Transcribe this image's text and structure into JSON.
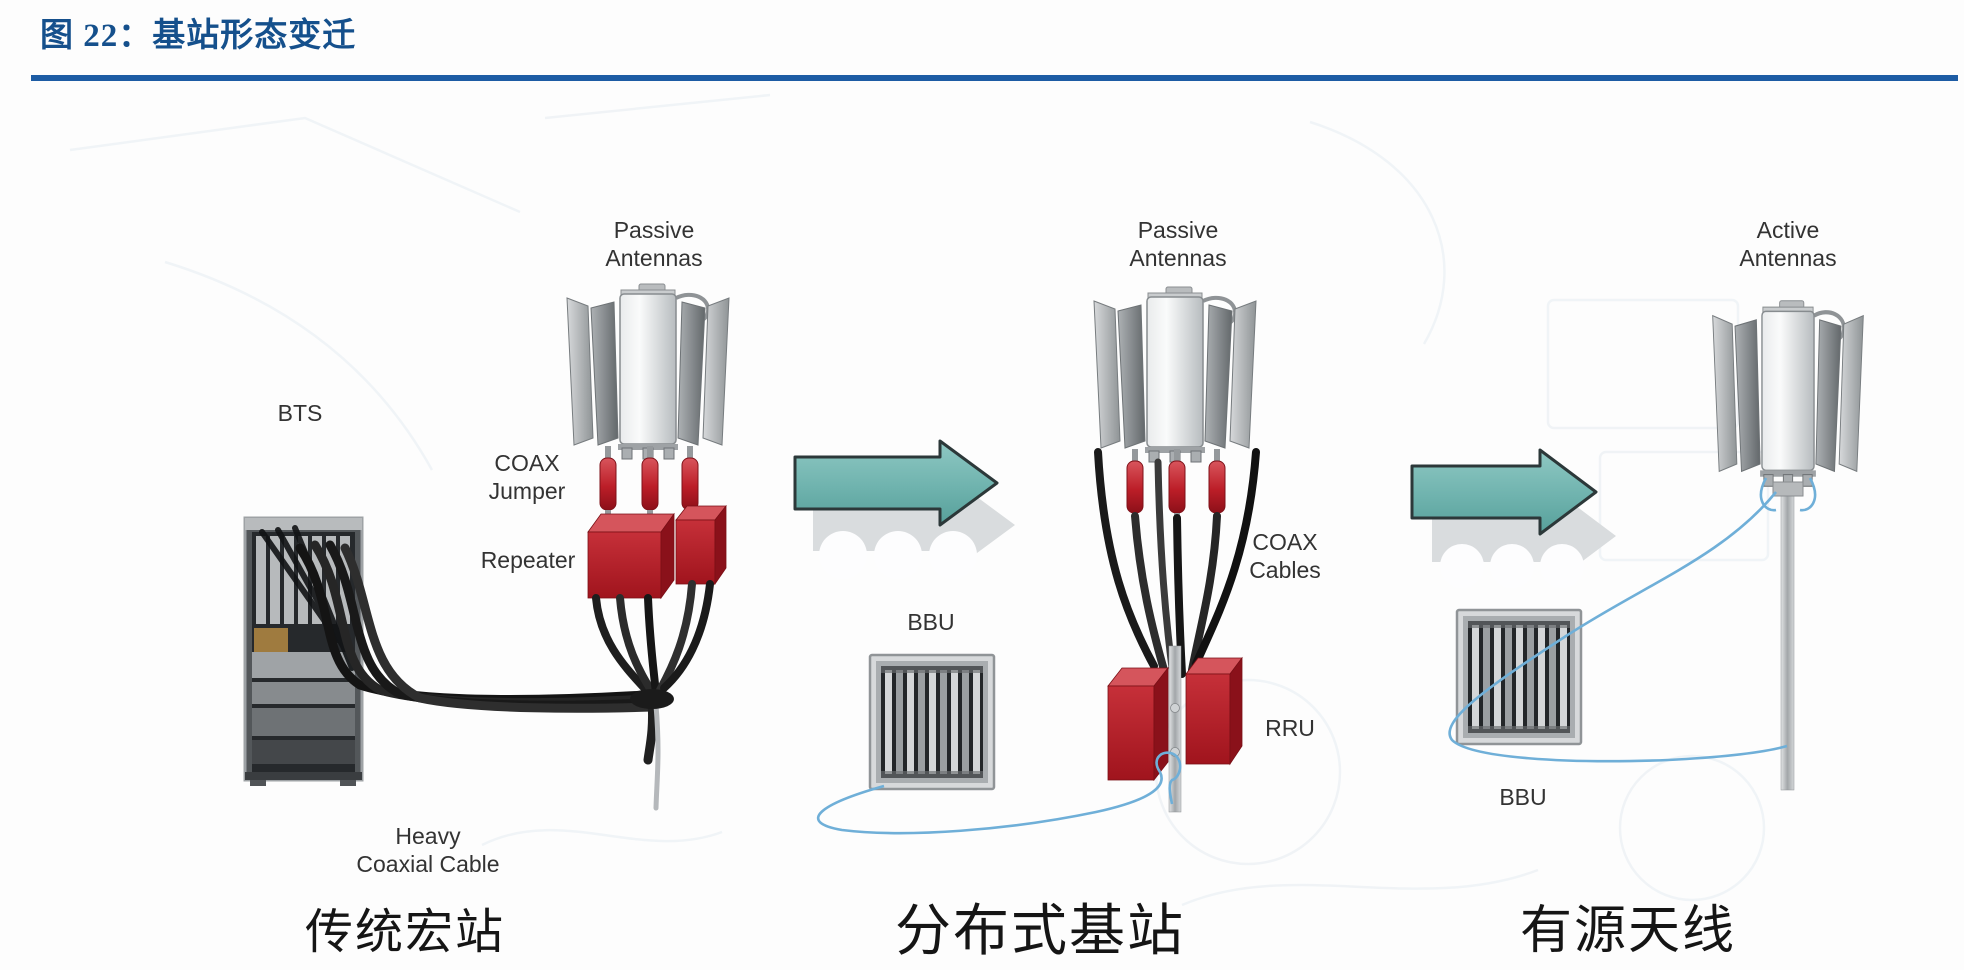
{
  "figure": {
    "title": "图 22：基站形态变迁"
  },
  "panels": [
    {
      "caption": "传统宏站",
      "labels": {
        "antenna_line1": "Passive",
        "antenna_line2": "Antennas",
        "bts": "BTS",
        "coax_line1": "COAX",
        "coax_line2": "Jumper",
        "repeater": "Repeater",
        "cable_line1": "Heavy",
        "cable_line2": "Coaxial Cable"
      }
    },
    {
      "caption": "分布式基站",
      "labels": {
        "antenna_line1": "Passive",
        "antenna_line2": "Antennas",
        "bbu": "BBU",
        "coax_line1": "COAX",
        "coax_line2": "Cables",
        "rru": "RRU"
      }
    },
    {
      "caption": "有源天线",
      "labels": {
        "antenna_line1": "Active",
        "antenna_line2": "Antennas",
        "bbu": "BBU"
      }
    }
  ],
  "colors": {
    "title_blue": "#15508C",
    "rule_blue": "#1D5CA4",
    "label_gray": "#333333",
    "caption_black": "#151515",
    "arrow_teal": "#74B8B3",
    "arrow_outline": "#2C3839",
    "unit_red": "#BB1F29",
    "fiber_blue": "#6FAFD8"
  }
}
